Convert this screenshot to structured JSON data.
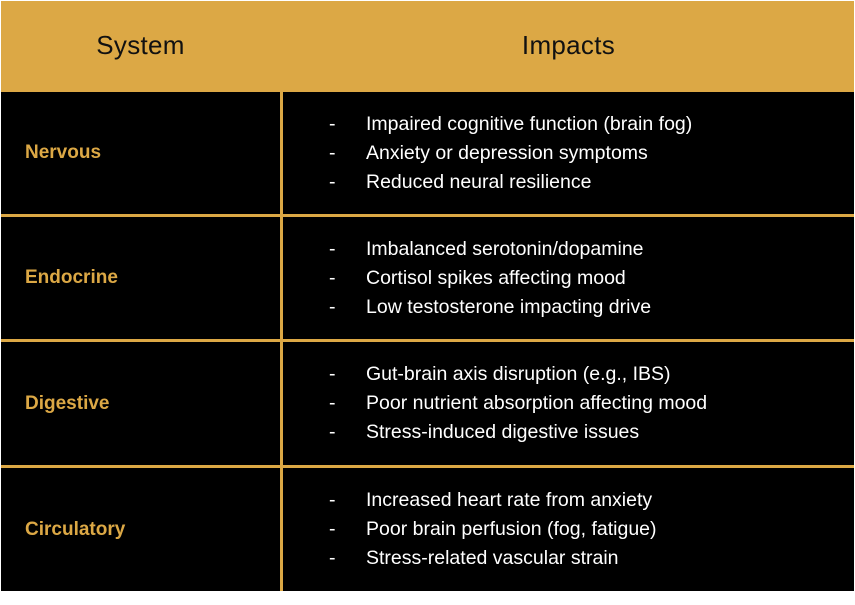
{
  "table": {
    "headers": {
      "system": "System",
      "impacts": "Impacts"
    },
    "bullet": "-",
    "rows": [
      {
        "system": "Nervous",
        "impacts": [
          "Impaired cognitive function (brain fog)",
          "Anxiety or depression symptoms",
          "Reduced neural resilience"
        ]
      },
      {
        "system": "Endocrine",
        "impacts": [
          "Imbalanced serotonin/dopamine",
          "Cortisol spikes affecting mood",
          "Low testosterone impacting drive"
        ]
      },
      {
        "system": "Digestive",
        "impacts": [
          "Gut-brain axis disruption (e.g., IBS)",
          "Poor nutrient absorption affecting mood",
          "Stress-induced digestive issues"
        ]
      },
      {
        "system": "Circulatory",
        "impacts": [
          "Increased heart rate from anxiety",
          "Poor brain perfusion (fog, fatigue)",
          "Stress-related vascular strain"
        ]
      }
    ]
  },
  "colors": {
    "header_bg": "#dca845",
    "body_bg": "#000000",
    "system_text": "#dca845",
    "impact_text": "#ffffff"
  }
}
